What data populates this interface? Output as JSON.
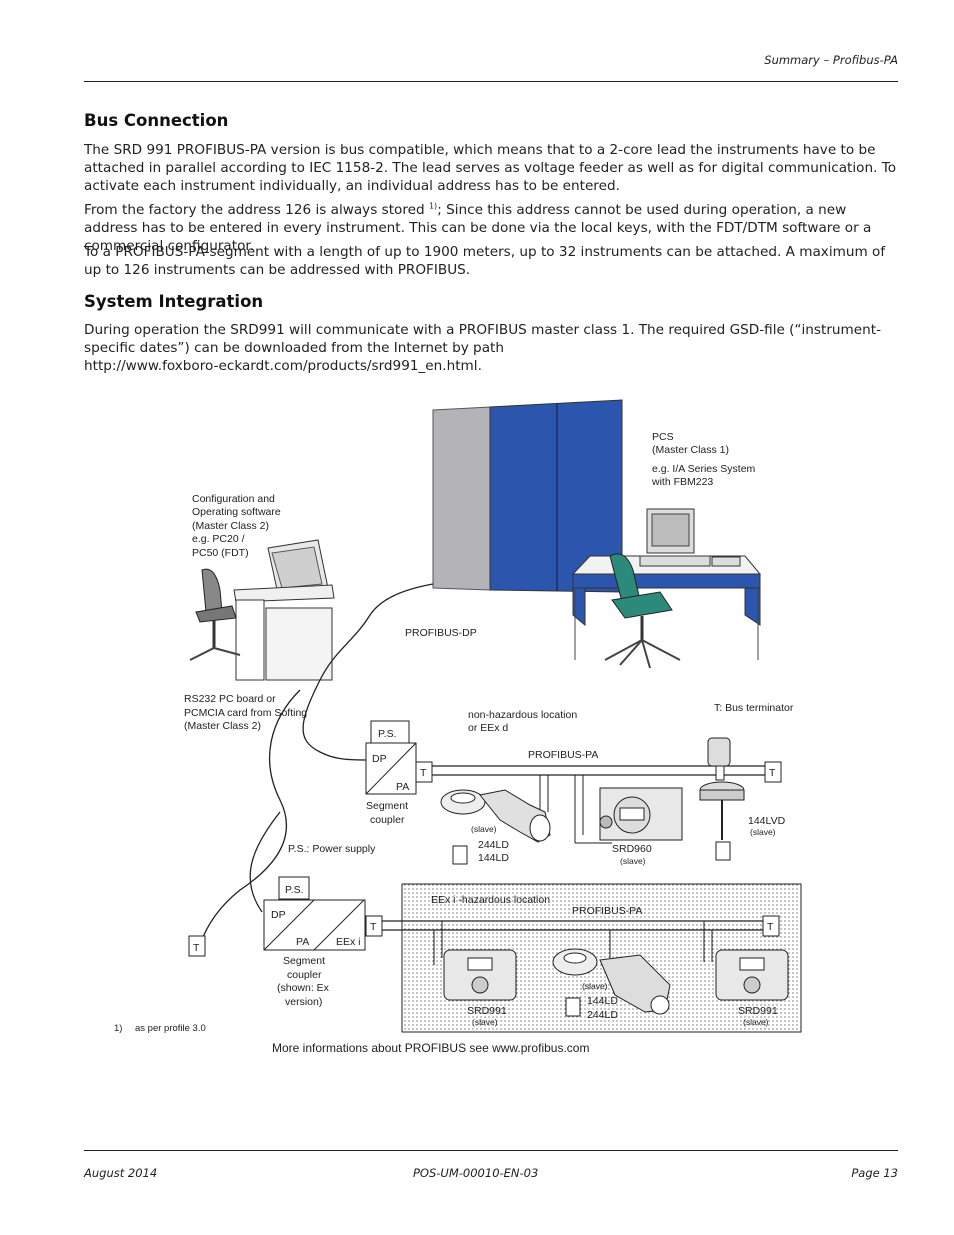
{
  "header": {
    "section": "Summary – Profibus-PA"
  },
  "bus_connection": {
    "title": "Bus Connection",
    "p1": "The SRD 991 PROFIBUS-PA version is bus compatible, which means that to a 2-core lead the instruments have to be attached in parallel according to IEC 1158-2. The lead serves as voltage feeder as well as for digital communication. To activate each instrument individually, an individual address has to be entered.",
    "p2_before": "From the factory the address 126 is always stored ",
    "p2_sup": "1)",
    "p2_after": "; Since this address cannot be used during operation, a new address has to be entered in every instrument. This can be done via the local keys, with the FDT/DTM software or a commercial configurator.",
    "p3": "To a PROFIBUS-PA-segment with a length of up to 1900 meters, up to 32 instruments can be attached. A maximum of up to 126 instruments can be addressed with PROFIBUS."
  },
  "system_integration": {
    "title": "System Integration",
    "p1": "During operation the SRD991 will communicate with a PROFIBUS master class 1. The required GSD-file (“instrument-specific dates”) can be downloaded from the Internet by path",
    "p1_url": "http://www.foxboro-eckardt.com/products/srd991_en.html."
  },
  "diagram": {
    "pcs": [
      "PCS",
      "(Master Class 1)",
      "e.g. I/A Series System",
      "with FBM223"
    ],
    "config": [
      "Configuration and",
      "Operating software",
      "(Master Class 2)",
      "e.g. PC20 /",
      "PC50 (FDT)"
    ],
    "profibus_dp": "PROFIBUS-DP",
    "rs232": [
      "RS232 PC board or",
      "PCMCIA card from Softing",
      "(Master Class 2)"
    ],
    "ps": "P.S.",
    "dp": "DP",
    "pa": "PA",
    "eexi": "EEx i",
    "t": "T",
    "segment_coupler": [
      "Segment",
      "coupler"
    ],
    "nonhaz": [
      "non-hazardous location",
      "or EEx d"
    ],
    "profibus_pa": "PROFIBUS-PA",
    "t_bus_terminator": "T: Bus terminator",
    "slave": "(slave)",
    "ld_244": "244LD",
    "ld_144": "144LD",
    "srd960": "SRD960",
    "lvd_144": "144LVD",
    "ps_power_supply": "P.S.: Power supply",
    "segment_coupler_ex": [
      "Segment",
      "coupler",
      "(shown: Ex",
      "version)"
    ],
    "hazardous": "EEx i -hazardous location",
    "srd991": "SRD991",
    "footnote_num": "1)",
    "footnote_text": "as per profile 3.0",
    "more_info": "More informations about PROFIBUS see www.profibus.com"
  },
  "footer": {
    "date": "August 2014",
    "doc": "POS-UM-00010-EN-03",
    "page": "Page 13"
  },
  "colors": {
    "cabinet_blue": "#2c55ad",
    "chair_green": "#2c8a7a",
    "text": "#222222"
  }
}
